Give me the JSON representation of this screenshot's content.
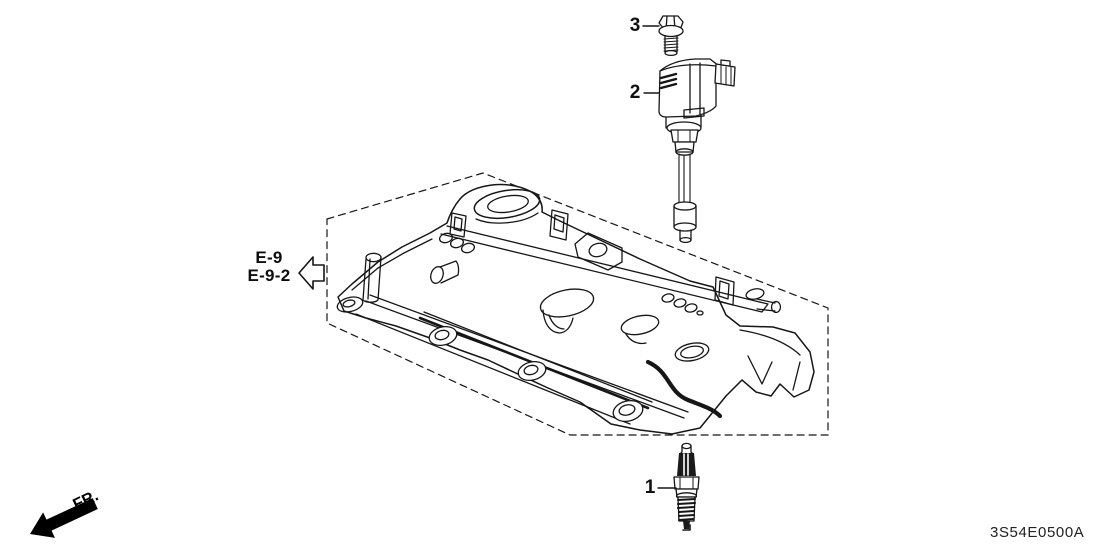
{
  "diagram": {
    "background": "#ffffff",
    "line_color": "#161616",
    "callouts": {
      "bolt": {
        "label": "3"
      },
      "coil": {
        "label": "2"
      },
      "plug": {
        "label": "1"
      }
    },
    "reference_labels": {
      "line1": "E-9",
      "line2": "E-9-2"
    },
    "front_marker": {
      "label": "FR."
    },
    "part_code": "3S54E0500A",
    "icons": {
      "reference_arrow": "left-block-arrow-icon",
      "front_arrow": "front-direction-arrow-icon"
    }
  }
}
